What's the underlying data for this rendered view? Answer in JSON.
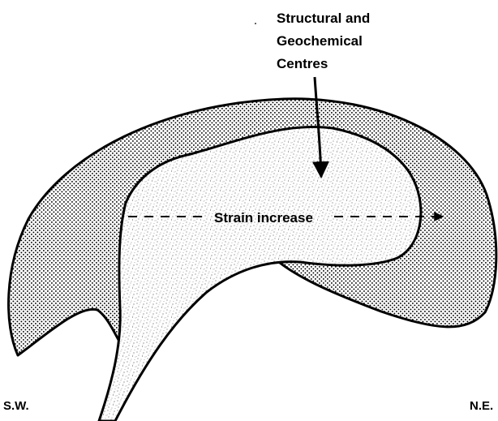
{
  "labels": {
    "centres_line1": "Structural and",
    "centres_line2": "Geochemical",
    "centres_line3": "Centres",
    "strain": "Strain increase",
    "southwest": "S.W.",
    "northeast": "N.E."
  },
  "colors": {
    "ink": "#000000",
    "background": "#ffffff",
    "outer_fill_pattern": "coarse-dot",
    "inner_fill_pattern": "fine-stipple"
  }
}
